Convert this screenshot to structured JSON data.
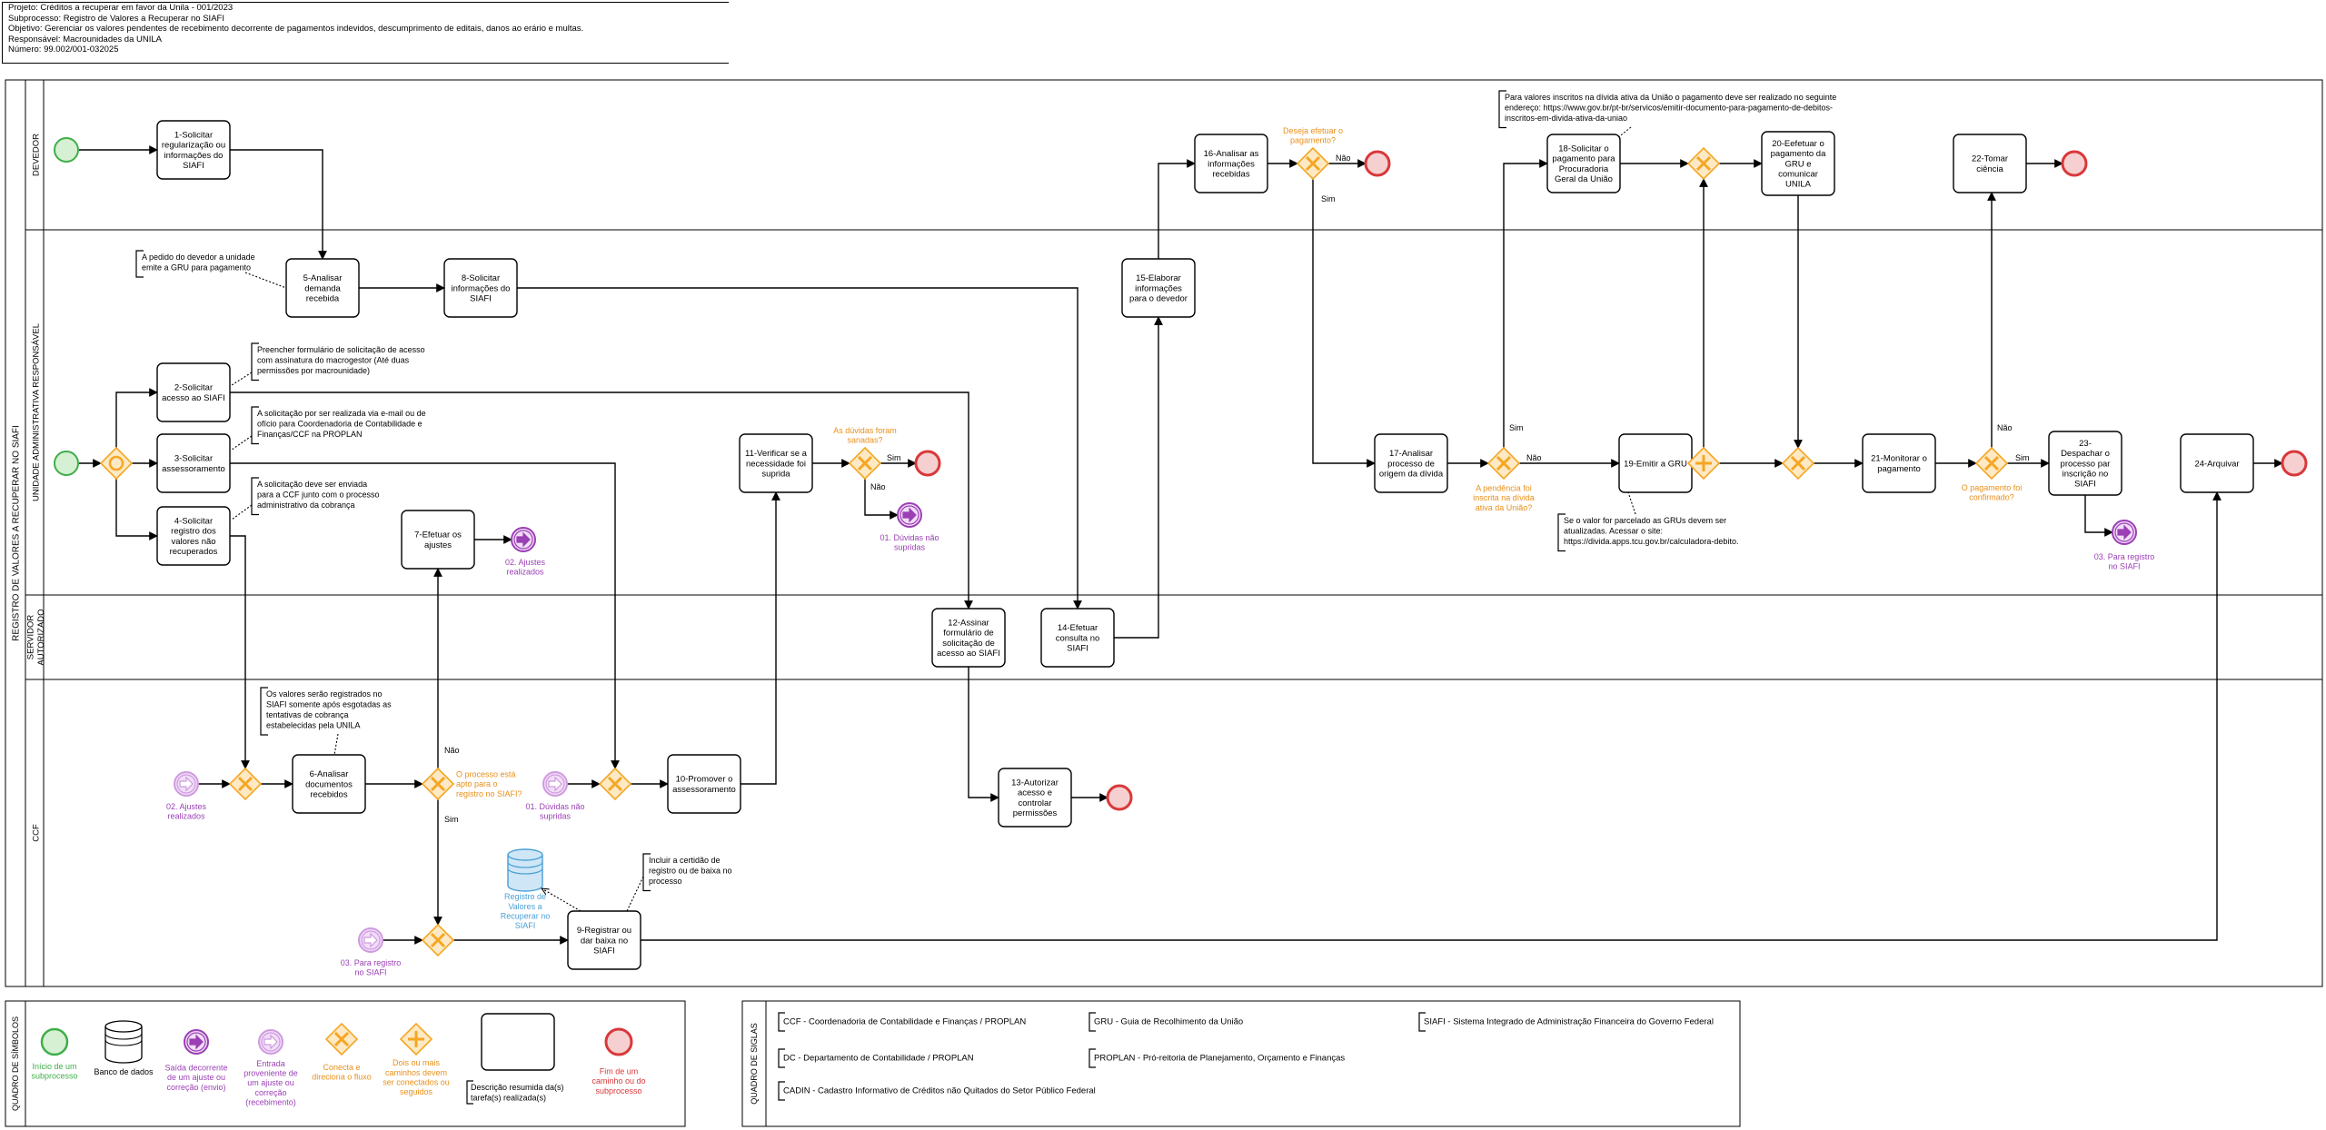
{
  "header": {
    "projeto": "Projeto: Créditos a recuperar em favor da Unila - 001/2023",
    "subprocesso": "Subprocesso: Registro de Valores a Recuperar no SIAFI",
    "objetivo": "Objetivo: Gerenciar os valores pendentes de recebimento decorrente de pagamentos indevidos, descumprimento de editais, danos ao erário e multas.",
    "responsavel": "Responsável: Macrounidades da UNILA",
    "numero": "Número: 99.002/001-032025"
  },
  "colors": {
    "start": "#3fae49",
    "end": "#d9383a",
    "gateway": "#f5a623",
    "gateway_fill": "#fde9c4",
    "event_purple": "#9b3fb5",
    "event_purple_light": "#cf9be0",
    "database": "#4a9fd5",
    "text_orange": "#e8901a",
    "text_purple": "#9b3fb5",
    "text_green": "#3fae49",
    "text_red": "#d9383a"
  },
  "pool": {
    "title": "REGISTRO DE VALORES A RECUPERAR NO SIAFI",
    "lanes": [
      "DEVEDOR",
      "UNIDADE ADMINISTRATIVA RESPONSÁVEL",
      "SERVIDOR AUTORIZADO",
      "CCF"
    ]
  },
  "tasks": {
    "t1": [
      "1-Solicitar",
      "regularização ou",
      "informações do",
      "SIAFI"
    ],
    "t2": [
      "2-Solicitar",
      "acesso ao SIAFI"
    ],
    "t3": [
      "3-Solicitar",
      "assessoramento"
    ],
    "t4": [
      "4-Solicitar",
      "registro dos",
      "valores não",
      "recuperados"
    ],
    "t5": [
      "5-Analisar",
      "demanda",
      "recebida"
    ],
    "t6": [
      "6-Analisar",
      "documentos",
      "recebidos"
    ],
    "t7": [
      "7-Efetuar os",
      "ajustes"
    ],
    "t8": [
      "8-Solicitar",
      "informações do",
      "SIAFI"
    ],
    "t9": [
      "9-Registrar ou",
      "dar baixa no",
      "SIAFI"
    ],
    "t10": [
      "10-Promover o",
      "assessoramento"
    ],
    "t11": [
      "11-Verificar se a",
      "necessidade foi",
      "suprida"
    ],
    "t12": [
      "12-Assinar",
      "formulário de",
      "solicitação de",
      "acesso ao SIAFI"
    ],
    "t13": [
      "13-Autorizar",
      "acesso e",
      "controlar",
      "permissões"
    ],
    "t14": [
      "14-Efetuar",
      "consulta no",
      "SIAFI"
    ],
    "t15": [
      "15-Elaborar",
      "informações",
      "para o devedor"
    ],
    "t16": [
      "16-Analisar as",
      "informações",
      "recebidas"
    ],
    "t17": [
      "17-Analisar",
      "processo de",
      "origem da dívida"
    ],
    "t18": [
      "18-Solicitar o",
      "pagamento para",
      "Procuradoria",
      "Geral da União"
    ],
    "t19": [
      "19-Emitir a GRU"
    ],
    "t20": [
      "20-Eefetuar o",
      "pagamento da",
      "GRU e",
      "comunicar",
      "UNILA"
    ],
    "t21": [
      "21-Monitorar o",
      "pagamento"
    ],
    "t22": [
      "22-Tomar",
      "ciência"
    ],
    "t23": [
      "23-",
      "Despachar o",
      "processo par",
      "inscrição no",
      "SIAFI"
    ],
    "t24": [
      "24-Arquivar"
    ]
  },
  "gateway_labels": {
    "g_duvidas": [
      "As dúvidas foram",
      "sanadas?"
    ],
    "g_pagamento": [
      "Deseja efetuar o",
      "pagamento?"
    ],
    "g_inscrita": [
      "A pendência foi",
      "inscrita na dívida",
      "ativa da União?"
    ],
    "g_confirmado": [
      "O pagamento foi",
      "confirmado?"
    ],
    "g_apto": [
      "O processo está",
      "apto para o",
      "registro no SIAFI?"
    ]
  },
  "flow_labels": {
    "sim": "Sim",
    "nao": "Não"
  },
  "event_labels": {
    "ev_duvidas_out": [
      "01. Dúvidas não",
      "supridas"
    ],
    "ev_ajustes_out": [
      "02. Ajustes",
      "realizados"
    ],
    "ev_siafi_out": [
      "03. Para registro",
      "no SIAFI"
    ],
    "ev_ajustes_in": [
      "02. Ajustes",
      "realizados"
    ],
    "ev_duvidas_in": [
      "01. Dúvidas não",
      "supridas"
    ],
    "ev_siafi_in": [
      "03. Para registro",
      "no SIAFI"
    ]
  },
  "database": {
    "label": [
      "Registro de",
      "Valores a",
      "Recuperar no",
      "SIAFI"
    ]
  },
  "annotations": {
    "a_gru": [
      "A pedido do devedor a unidade",
      "emite a GRU para pagamento"
    ],
    "a_form": [
      "Preencher formulário de solicitação de acesso",
      "com assinatura do macrogestor (Até duas",
      "permissões por macrounidade)"
    ],
    "a_email": [
      "A solicitação por ser realizada via e-mail ou de",
      "ofício para Coordenadoria de Contabilidade e",
      "Finanças/CCF na PROPLAN"
    ],
    "a_ccf": [
      "A solicitação deve ser enviada",
      "para a CCF junto com o processo",
      "administrativo da cobrança"
    ],
    "a_valores": [
      "Os valores serão registrados no",
      "SIAFI somente após esgotadas as",
      "tentativas de cobrança",
      "estabelecidas pela UNILA"
    ],
    "a_certidao": [
      "Incluir a certidão de",
      "registro ou de baixa no",
      "processo"
    ],
    "a_divida": [
      "Para valores inscritos na dívida ativa da União o pagamento deve ser realizado no seguinte",
      "endereço: https://www.gov.br/pt-br/servicos/emitir-documento-para-pagamento-de-debitos-",
      "inscritos-em-divida-ativa-da-uniao"
    ],
    "a_parcelado": [
      "Se o valor for parcelado as GRUs devem ser",
      "atualizadas. Acessar o site:",
      "https://divida.apps.tcu.gov.br/calculadora-debito."
    ]
  },
  "legend_symbols": {
    "title": "QUADRO DE SÍMBOLOS",
    "start": [
      "Início de um",
      "subprocesso"
    ],
    "database": [
      "Banco de dados"
    ],
    "saida": [
      "Saída decorrente",
      "de um ajuste ou",
      "correção (envio)"
    ],
    "entrada": [
      "Entrada",
      "proveniente de",
      "um ajuste ou",
      "correção",
      "(recebimento)"
    ],
    "conecta": [
      "Conecta e",
      "direciona o fluxo"
    ],
    "paralelo": [
      "Dois ou mais",
      "caminhos devem",
      "ser conectados ou",
      "seguidos"
    ],
    "tarefa": [
      "Descrição resumida da(s)",
      "tarefa(s) realizada(s)"
    ],
    "fim": [
      "Fim de um",
      "caminho ou do",
      "subprocesso"
    ]
  },
  "legend_siglas": {
    "title": "QUADRO DE SIGLAS",
    "ccf": "CCF - Coordenadoria de Contabilidade e Finanças / PROPLAN",
    "gru": "GRU - Guia de Recolhimento da União",
    "siafi": "SIAFI - Sistema Integrado de Administração Financeira do Governo Federal",
    "dc": "DC - Departamento de Contabilidade / PROPLAN",
    "proplan": "PROPLAN - Pró-reitoria de Planejamento, Orçamento e Finanças",
    "cadin": "CADIN - Cadastro Informativo de Créditos não Quitados do Setor Público Federal"
  }
}
